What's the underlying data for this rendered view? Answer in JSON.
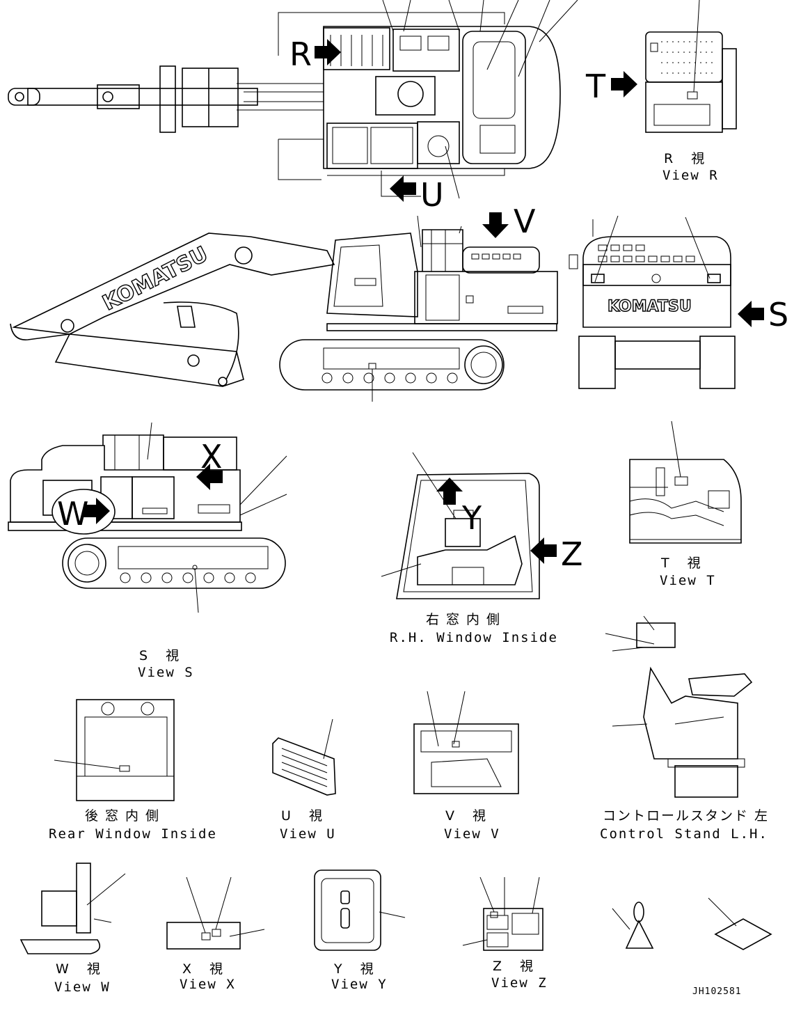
{
  "views": {
    "R": {
      "letter": "R",
      "jp": "R 視",
      "en": "View R"
    },
    "T": {
      "letter": "T",
      "jp": "T 視",
      "en": "View T"
    },
    "S": {
      "letter": "S",
      "jp": "S 視",
      "en": "View S"
    },
    "U": {
      "letter": "U",
      "jp": "U 視",
      "en": "View U"
    },
    "V": {
      "letter": "V",
      "jp": "V 視",
      "en": "View V"
    },
    "W": {
      "letter": "W",
      "jp": "W 視",
      "en": "View W"
    },
    "X": {
      "letter": "X",
      "jp": "X 視",
      "en": "View X"
    },
    "Y": {
      "letter": "Y",
      "jp": "Y 視",
      "en": "View Y"
    },
    "Z": {
      "letter": "Z",
      "jp": "Z 視",
      "en": "View Z"
    }
  },
  "rh_window": {
    "jp": "右窓内側",
    "en": "R.H. Window Inside"
  },
  "rear_window": {
    "jp": "後窓内側",
    "en": "Rear Window Inside"
  },
  "control_stand": {
    "jp": "コントロールスタンド 左",
    "en": "Control Stand L.H."
  },
  "brand": {
    "logo": "KOMATSU"
  },
  "drawing_code": "JH102581",
  "colors": {
    "line": "#000000",
    "background": "#ffffff"
  }
}
